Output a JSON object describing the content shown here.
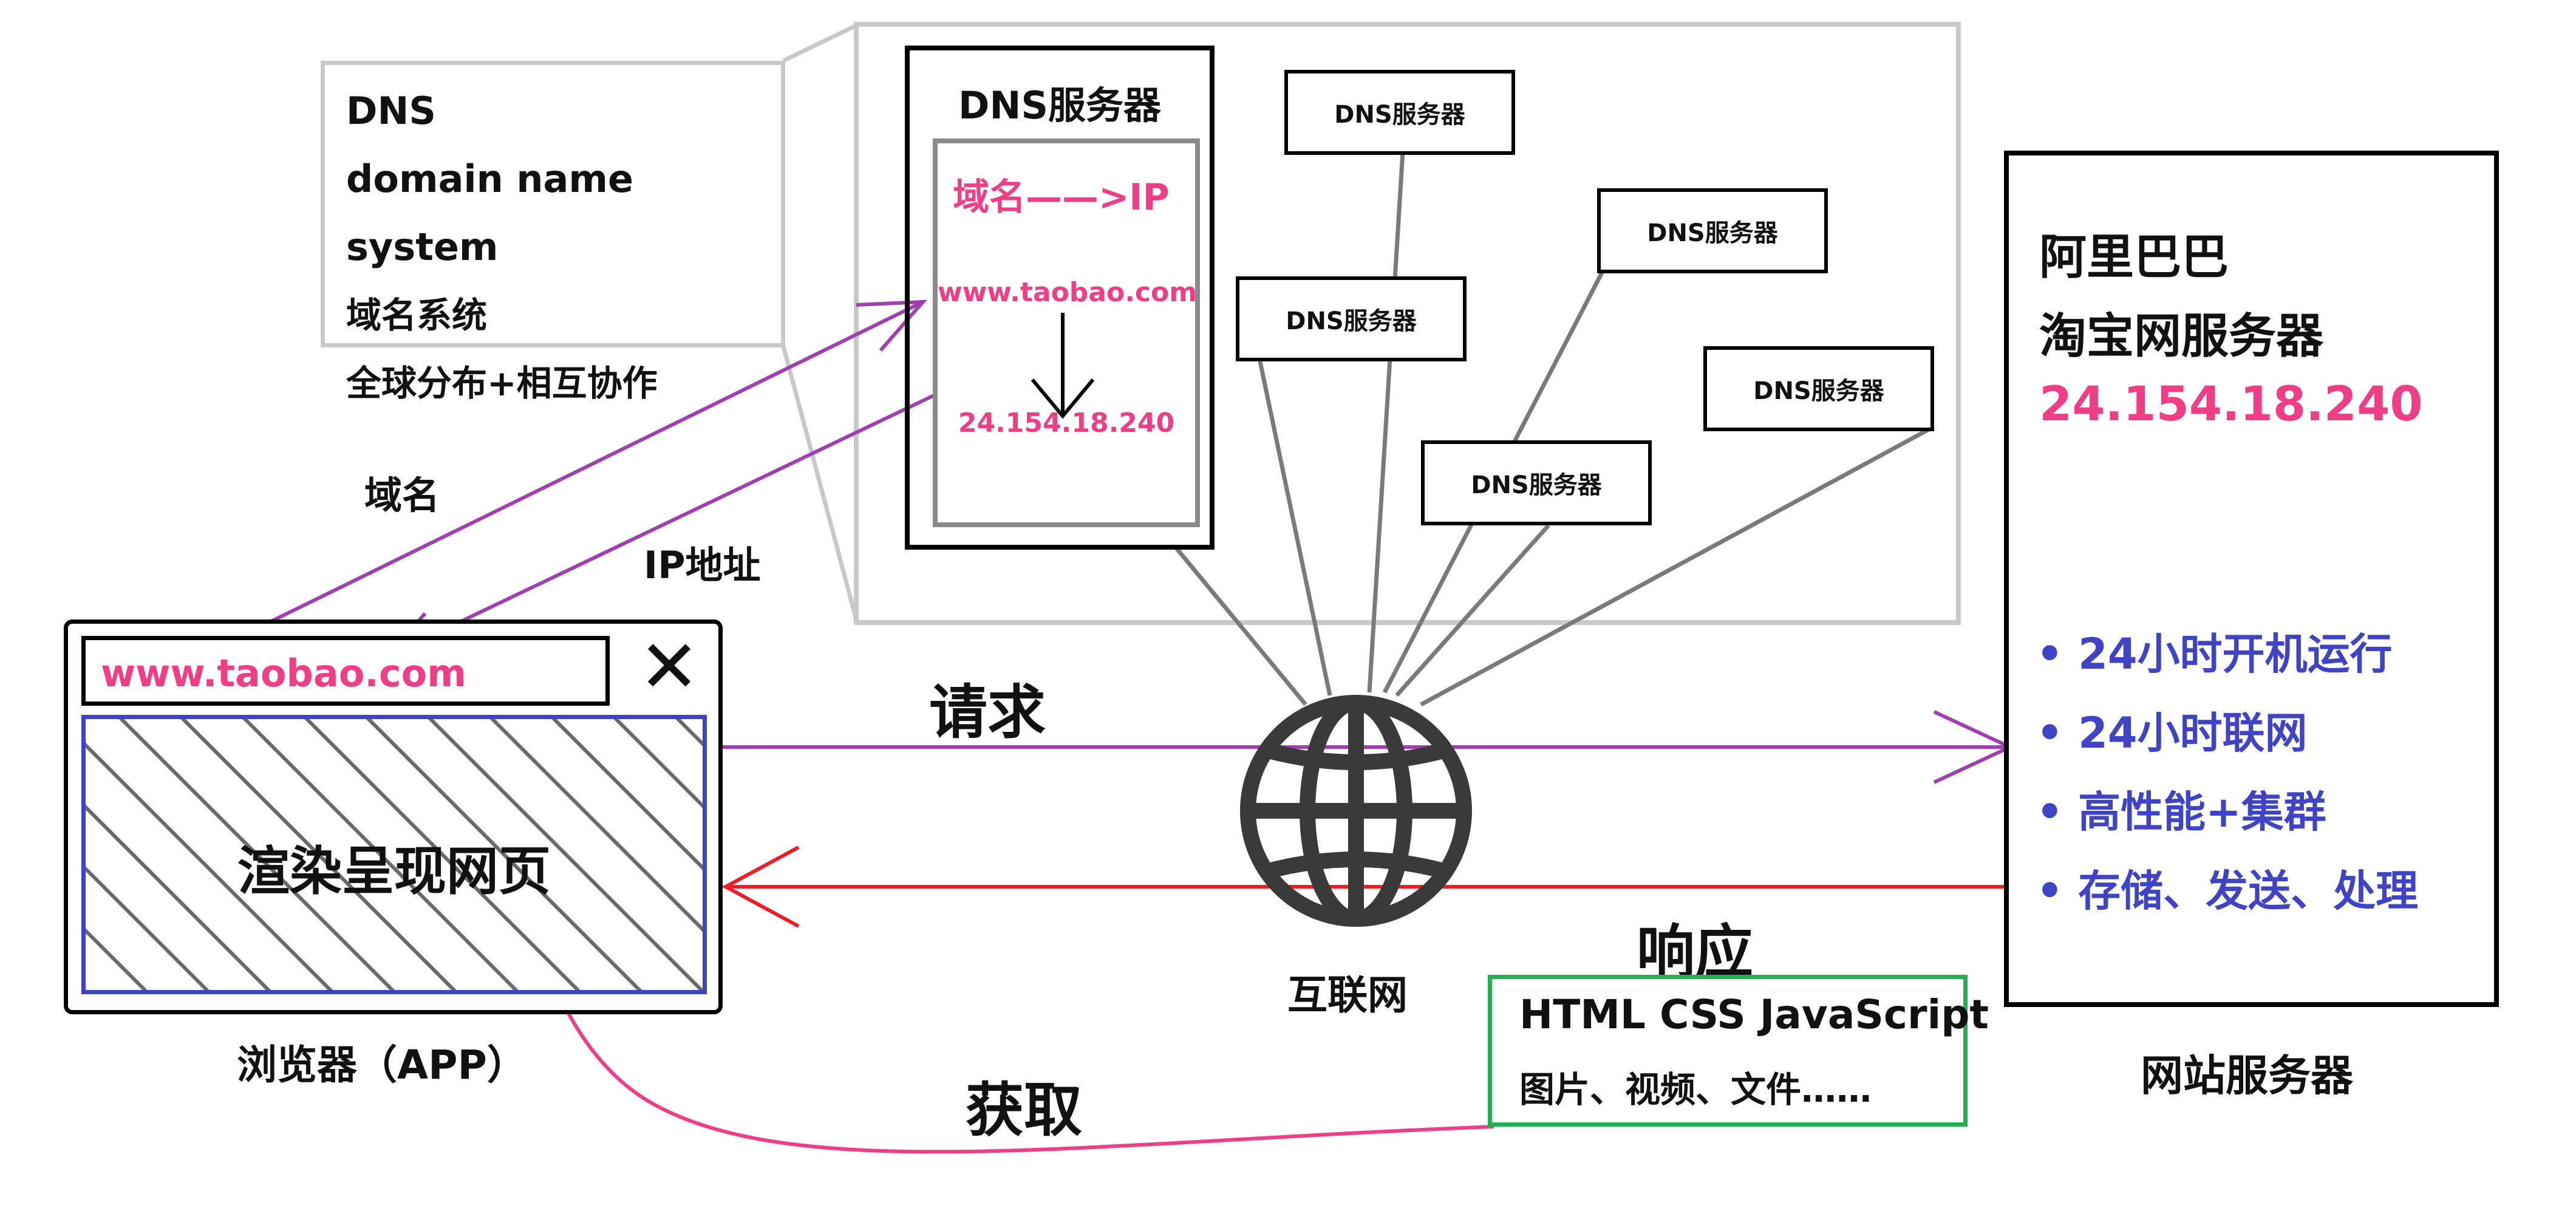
{
  "dns_info": {
    "lines": [
      "DNS",
      "domain name system",
      "域名系统",
      "全球分布+相互协作"
    ]
  },
  "dns_main": {
    "title": "DNS服务器",
    "mapping": "域名——>IP",
    "domain": "www.taobao.com",
    "ip": "24.154.18.240"
  },
  "dns_servers": [
    "DNS服务器",
    "DNS服务器",
    "DNS服务器",
    "DNS服务器",
    "DNS服务器"
  ],
  "labels": {
    "domain": "域名",
    "ip_address": "IP地址",
    "request": "请求",
    "response": "响应",
    "fetch": "获取",
    "internet": "互联网"
  },
  "browser": {
    "url": "www.taobao.com",
    "close_glyph": "✕",
    "content": "渲染呈现网页",
    "caption": "浏览器（APP）"
  },
  "website_server": {
    "line1": "阿里巴巴",
    "line2": "淘宝网服务器",
    "ip": "24.154.18.240",
    "features": [
      "• 24小时开机运行",
      "• 24小时联网",
      "• 高性能+集群",
      "• 存储、发送、处理"
    ],
    "caption": "网站服务器"
  },
  "resources": {
    "line1": "HTML CSS JavaScript",
    "line2": "图片、视频、文件……"
  },
  "colors": {
    "pink": "#ef3d86",
    "purple": "#a040b0",
    "red": "#ee1c24",
    "blue": "#3f44c7",
    "green": "#22b14c",
    "gray": "#c8c8c8"
  }
}
